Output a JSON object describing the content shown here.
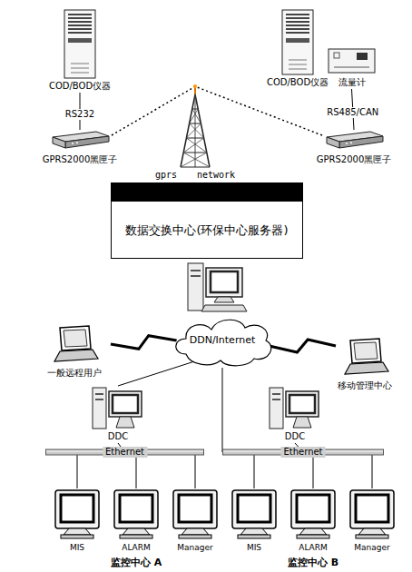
{
  "diagram": {
    "nodes": [
      {
        "text": [
          "COD/BOD仪器"
        ]
      },
      {
        "text": [
          "GPRS2000黑匣子"
        ]
      },
      {
        "text": [
          "COD/BOD仪器"
        ]
      },
      {
        "text": [
          "流量计"
        ]
      },
      {
        "text": [
          "GPRS2000黑匣子"
        ]
      },
      {
        "text": [
          "gprs network"
        ]
      },
      {
        "text": [
          "数据交换中心(环保中心服务器)"
        ]
      },
      {
        "text": [
          "DDN/Internet"
        ]
      },
      {
        "text": [
          "一般远程用户"
        ]
      },
      {
        "text": [
          "移动管理中心"
        ]
      },
      {
        "text": [
          "DDC"
        ]
      },
      {
        "text": [
          "Ethernet"
        ]
      },
      {
        "text": [
          "DDC"
        ]
      },
      {
        "text": [
          "Ethernet"
        ]
      },
      {
        "text": [
          "MIS"
        ]
      },
      {
        "text": [
          "ALARM"
        ]
      },
      {
        "text": [
          "Manager"
        ]
      },
      {
        "text": [
          "MIS"
        ]
      },
      {
        "text": [
          "ALARM"
        ]
      },
      {
        "text": [
          "Manager"
        ]
      }
    ],
    "edges": [
      {
        "from": 0,
        "to": 1,
        "label": "RS232",
        "arrow": "none"
      },
      {
        "from": 3,
        "to": 4,
        "label": "RS485/CAN",
        "arrow": "none"
      },
      {
        "from": 1,
        "to": 5,
        "arrow": "none"
      },
      {
        "from": 4,
        "to": 5,
        "arrow": "none"
      },
      {
        "from": 8,
        "to": 7,
        "arrow": "none"
      },
      {
        "from": 9,
        "to": 7,
        "arrow": "none"
      },
      {
        "from": 7,
        "to": 10,
        "arrow": "none"
      },
      {
        "from": 7,
        "to": 13,
        "arrow": "none"
      },
      {
        "from": 10,
        "to": 11,
        "arrow": "none"
      },
      {
        "from": 12,
        "to": 13,
        "arrow": "none"
      },
      {
        "from": 11,
        "to": 14,
        "arrow": "none"
      },
      {
        "from": 11,
        "to": 15,
        "arrow": "none"
      },
      {
        "from": 11,
        "to": 16,
        "arrow": "none"
      },
      {
        "from": 13,
        "to": 17,
        "arrow": "none"
      },
      {
        "from": 13,
        "to": 18,
        "arrow": "none"
      },
      {
        "from": 13,
        "to": 19,
        "arrow": "none"
      }
    ],
    "labels": [
      "监控中心 A",
      "监控中心 B"
    ]
  }
}
